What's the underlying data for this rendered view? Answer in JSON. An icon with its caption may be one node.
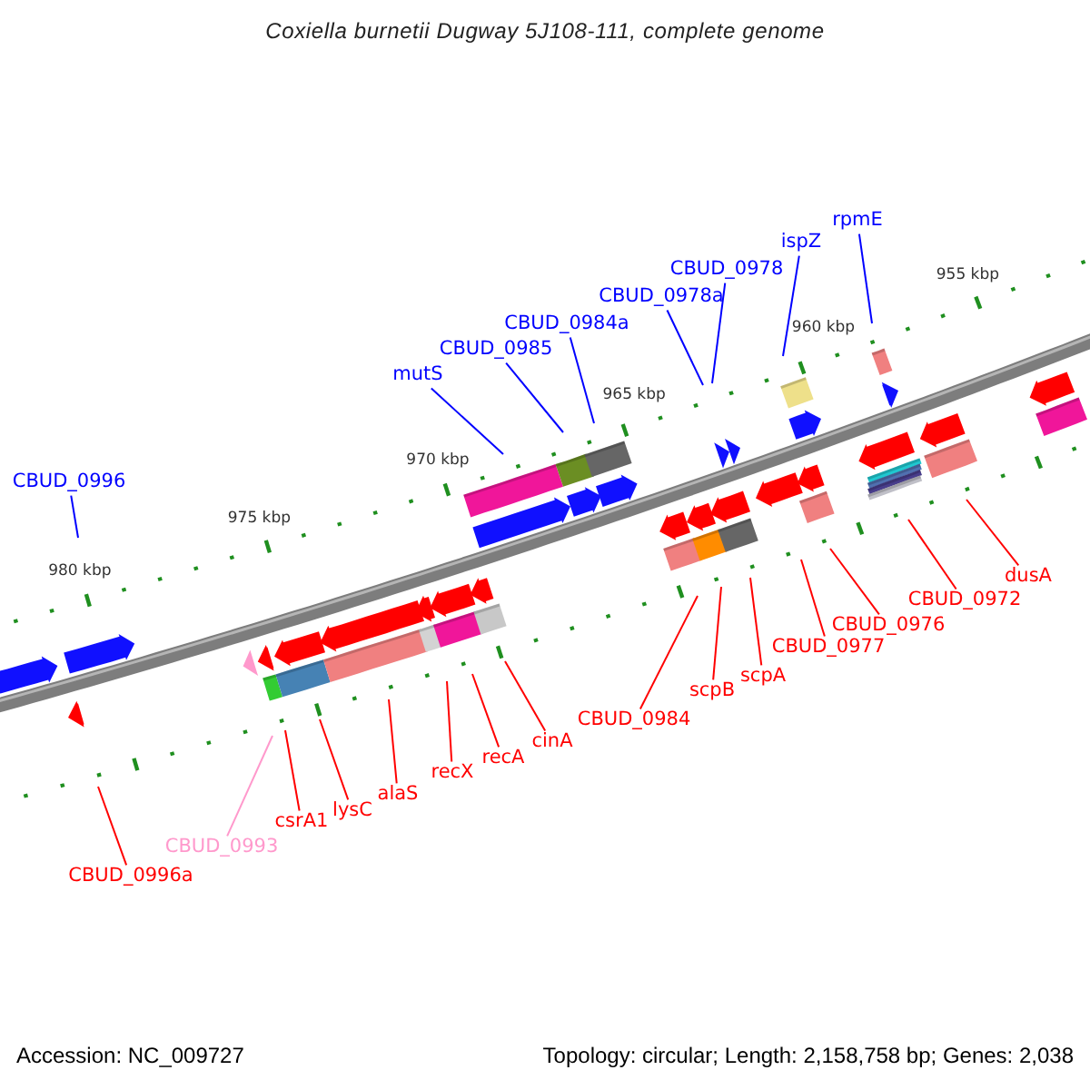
{
  "diagram": {
    "title": "Coxiella burnetii Dugway 5J108-111, complete genome",
    "nodes": [
      {
        "text": [
          "rpmE"
        ]
      },
      {
        "text": [
          "ispZ"
        ]
      },
      {
        "text": [
          "CBUD_0978"
        ]
      },
      {
        "text": [
          "CBUD_0978a"
        ]
      },
      {
        "text": [
          "CBUD_0984a"
        ]
      },
      {
        "text": [
          "CBUD_0985"
        ]
      },
      {
        "text": [
          "mutS"
        ]
      },
      {
        "text": [
          "CBUD_0996"
        ]
      },
      {
        "text": [
          "dusA"
        ]
      },
      {
        "text": [
          "CBUD_0972"
        ]
      },
      {
        "text": [
          "CBUD_0976"
        ]
      },
      {
        "text": [
          "CBUD_0977"
        ]
      },
      {
        "text": [
          "scpA"
        ]
      },
      {
        "text": [
          "scpB"
        ]
      },
      {
        "text": [
          "CBUD_0984"
        ]
      },
      {
        "text": [
          "cinA"
        ]
      },
      {
        "text": [
          "recA"
        ]
      },
      {
        "text": [
          "recX"
        ]
      },
      {
        "text": [
          "alaS"
        ]
      },
      {
        "text": [
          "lysC"
        ]
      },
      {
        "text": [
          "csrA1"
        ]
      },
      {
        "text": [
          "CBUD_0993"
        ]
      },
      {
        "text": [
          "CBUD_0996a"
        ]
      }
    ],
    "edges": [
      {
        "from": 0,
        "to": null,
        "arrow": "none",
        "color": "#0000ff"
      },
      {
        "from": 1,
        "to": null,
        "arrow": "none",
        "color": "#0000ff"
      },
      {
        "from": 2,
        "to": null,
        "arrow": "none",
        "color": "#0000ff"
      },
      {
        "from": 3,
        "to": null,
        "arrow": "none",
        "color": "#0000ff"
      },
      {
        "from": 4,
        "to": null,
        "arrow": "none",
        "color": "#0000ff"
      },
      {
        "from": 5,
        "to": null,
        "arrow": "none",
        "color": "#0000ff"
      },
      {
        "from": 6,
        "to": null,
        "arrow": "none",
        "color": "#0000ff"
      },
      {
        "from": 7,
        "to": null,
        "arrow": "none",
        "color": "#0000ff"
      },
      {
        "from": 8,
        "to": null,
        "arrow": "none"
      },
      {
        "from": 9,
        "to": null,
        "arrow": "none"
      },
      {
        "from": 10,
        "to": null,
        "arrow": "none"
      },
      {
        "from": 11,
        "to": null,
        "arrow": "none"
      },
      {
        "from": 12,
        "to": null,
        "arrow": "none"
      },
      {
        "from": 13,
        "to": null,
        "arrow": "none"
      },
      {
        "from": 14,
        "to": null,
        "arrow": "none"
      },
      {
        "from": 15,
        "to": null,
        "arrow": "none"
      },
      {
        "from": 16,
        "to": null,
        "arrow": "none"
      },
      {
        "from": 17,
        "to": null,
        "arrow": "none"
      },
      {
        "from": 18,
        "to": null,
        "arrow": "none"
      },
      {
        "from": 19,
        "to": null,
        "arrow": "none"
      },
      {
        "from": 20,
        "to": null,
        "arrow": "none"
      },
      {
        "from": 21,
        "to": null,
        "arrow": "none",
        "color": "#ff99cc"
      },
      {
        "from": 22,
        "to": null,
        "arrow": "none"
      }
    ],
    "labels": [
      "955 kbp",
      "960 kbp",
      "965 kbp",
      "970 kbp",
      "975 kbp",
      "980 kbp",
      "Accession: NC_009727",
      "Topology: circular; Length: 2,158,758 bp; Genes: 2,038"
    ]
  }
}
